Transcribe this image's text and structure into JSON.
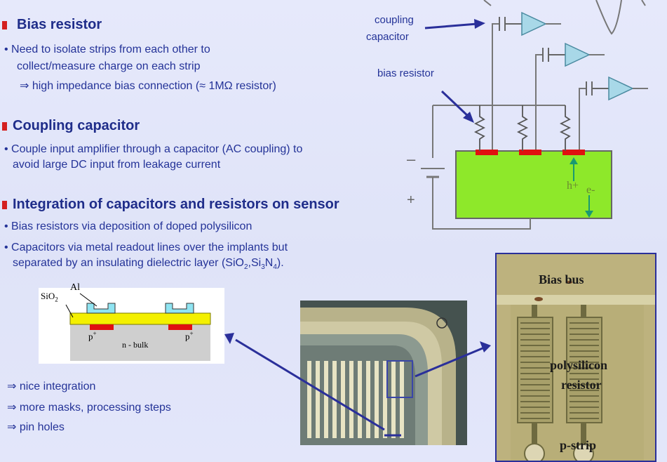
{
  "sections": [
    {
      "heading": "Bias resistor",
      "lines": [
        "• Need to isolate strips from each other to",
        "collect/measure charge on each strip",
        "⇒ high impedance bias connection (≈ 1MΩ resistor)"
      ]
    },
    {
      "heading": "Coupling capacitor",
      "lines": [
        "• Couple input amplifier through a capacitor (AC coupling) to",
        "avoid large DC input from leakage current"
      ]
    },
    {
      "heading": "Integration of capacitors and resistors on sensor",
      "lines": [
        "• Bias resistors via deposition of doped polysilicon",
        "• Capacitors via metal readout lines over the implants but",
        "separated by an insulating dielectric layer (SiO",
        "2",
        ",Si",
        "3",
        "N",
        "4",
        ")."
      ]
    }
  ],
  "conclusions": [
    "⇒ nice integration",
    "⇒ more masks, processing steps",
    "⇒ pin holes"
  ],
  "circuit": {
    "coupling_label_1": "coupling",
    "coupling_label_2": "capacitor",
    "bias_label": "bias resistor",
    "minus": "–",
    "plus": "+",
    "hole": "h+",
    "electron": "e-"
  },
  "cross_section": {
    "al": "Al",
    "sio2": "SiO",
    "sio2_sub": "2",
    "p_left": "p",
    "p_right": "p",
    "p_sup": "+",
    "bulk": "n - bulk"
  },
  "micrograph": {
    "bias_bus": "Bias bus",
    "poly_1": "polysilicon",
    "poly_2": "resistor",
    "pstrip": "p-strip"
  },
  "colors": {
    "heading": "#1f2d8a",
    "body": "#243398",
    "bullet": "#d42020",
    "sensor": "#8ee82a",
    "implant": "#e01010",
    "amplifier": "#a8d8e8"
  }
}
